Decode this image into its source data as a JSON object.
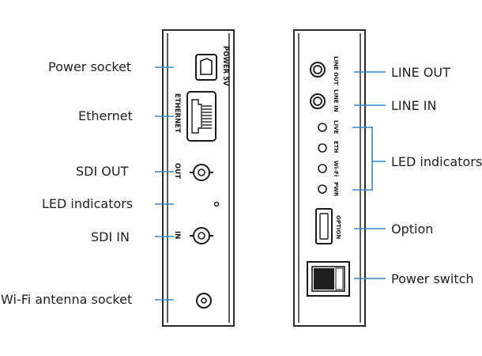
{
  "left_labels": {
    "power_socket": "Power socket",
    "ethernet": "Ethernet",
    "sdi_out": "SDI OUT",
    "led_indicators": "LED indicators",
    "sdi_in": "SDI IN",
    "wifi_antenna_socket": "Wi-Fi antenna socket"
  },
  "right_labels": {
    "line_out": "LINE OUT",
    "line_in": "LINE IN",
    "led_indicators": "LED indicators",
    "option": "Option",
    "power_switch": "Power switch"
  },
  "left_panel": {
    "power_5v": "POWER 5V",
    "ethernet": "ETHERNET",
    "out": "OUT",
    "in": "IN"
  },
  "right_panel": {
    "line_out": "LINE OUT",
    "line_in": "LINE IN",
    "live": "LIVE",
    "eth": "ETH",
    "wifi": "Wi-Fi",
    "pwr": "PWR",
    "option": "OPTION"
  },
  "colors": {
    "leader_line": "#3a86c8",
    "panel_outline": "#2a2a2a"
  }
}
